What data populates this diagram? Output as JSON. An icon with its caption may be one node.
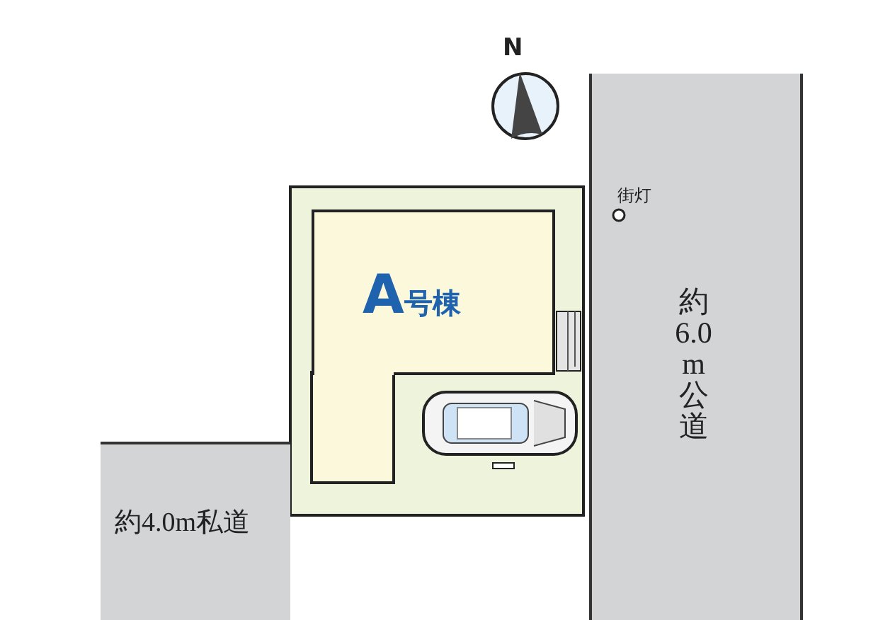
{
  "diagram": {
    "nodes": [
      {
        "text": [],
        "shape": "box"
      },
      {
        "text": [
          "A号棟"
        ],
        "in": 0
      },
      {
        "text": [
          "約6.0m公道"
        ]
      },
      {
        "text": [
          "約4.0m私道"
        ]
      }
    ],
    "labels": [
      "N",
      "街灯"
    ]
  }
}
